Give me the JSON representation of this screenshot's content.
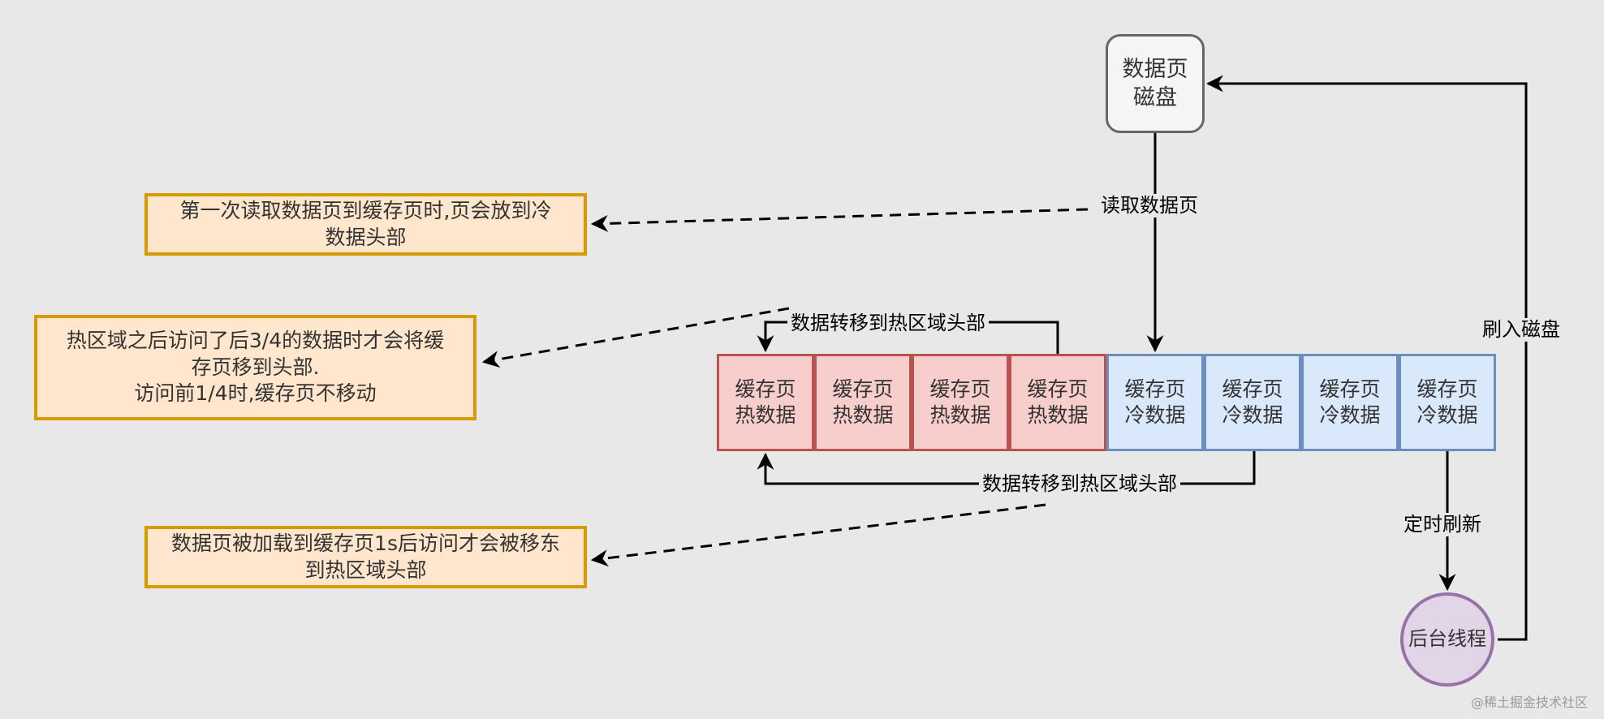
{
  "disk": {
    "line1": "数据页",
    "line2": "磁盘"
  },
  "notes": {
    "first_read": {
      "line1": "第一次读取数据页到缓存页时,页会放到冷",
      "line2": "数据头部"
    },
    "hot_access": {
      "line1": "热区域之后访问了后3/4的数据时才会将缓",
      "line2": "存页移到头部.",
      "line3": "访问前1/4时,缓存页不移动"
    },
    "cold_access": {
      "line1": "数据页被加载到缓存页1s后访问才会被移东",
      "line2": "到热区域头部"
    }
  },
  "cells": [
    {
      "line1": "缓存页",
      "line2": "热数据",
      "kind": "hot"
    },
    {
      "line1": "缓存页",
      "line2": "热数据",
      "kind": "hot"
    },
    {
      "line1": "缓存页",
      "line2": "热数据",
      "kind": "hot"
    },
    {
      "line1": "缓存页",
      "line2": "热数据",
      "kind": "hot"
    },
    {
      "line1": "缓存页",
      "line2": "冷数据",
      "kind": "cold"
    },
    {
      "line1": "缓存页",
      "line2": "冷数据",
      "kind": "cold"
    },
    {
      "line1": "缓存页",
      "line2": "冷数据",
      "kind": "cold"
    },
    {
      "line1": "缓存页",
      "line2": "冷数据",
      "kind": "cold"
    }
  ],
  "thread": {
    "label": "后台线程"
  },
  "edge_labels": {
    "read_page": "读取数据页",
    "move_to_hot_top": "数据转移到热区域头部",
    "move_to_hot_bottom": "数据转移到热区域头部",
    "timed_flush": "定时刷新",
    "flush_to_disk": "刷入磁盘"
  },
  "watermark": "@稀土掘金技术社区",
  "colors": {
    "hot_fill": "#f8cecc",
    "hot_stroke": "#b85450",
    "cold_fill": "#dae8fc",
    "cold_stroke": "#6c8ebf",
    "note_fill": "#ffe6cc",
    "note_stroke": "#d79b00",
    "thread_fill": "#e1d5e7",
    "thread_stroke": "#9673a6"
  }
}
